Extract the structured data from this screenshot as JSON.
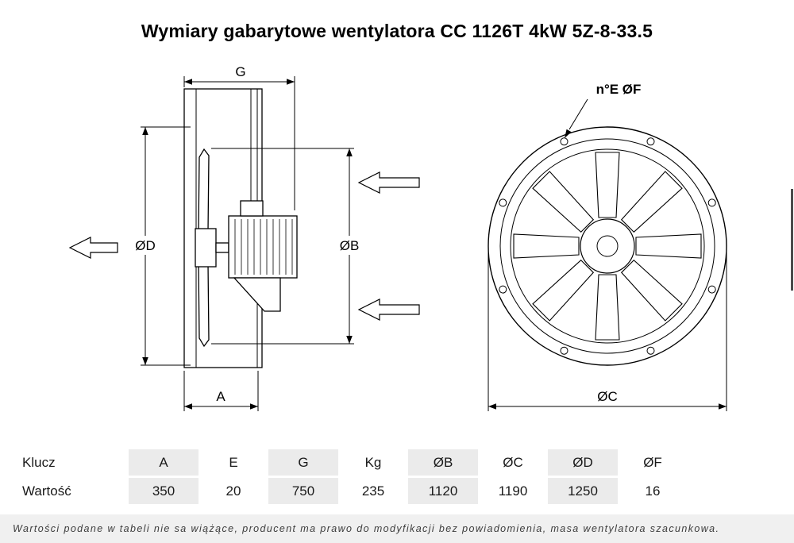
{
  "title": "Wymiary gabarytowe wentylatora CC 1126T 4kW 5Z-8-33.5",
  "diagram": {
    "side_view": {
      "dim_length_label": "G",
      "dim_left_diameter_label": "ØD",
      "dim_duct_diameter_label": "ØB",
      "dim_flange_depth_label": "A"
    },
    "front_view": {
      "holes_label": "n°E ØF",
      "dim_outer_diameter_label": "ØC"
    }
  },
  "table": {
    "key_row_label": "Klucz",
    "value_row_label": "Wartość",
    "columns": [
      {
        "key": "A",
        "value": "350"
      },
      {
        "key": "E",
        "value": "20"
      },
      {
        "key": "G",
        "value": "750"
      },
      {
        "key": "Kg",
        "value": "235"
      },
      {
        "key": "ØB",
        "value": "1120"
      },
      {
        "key": "ØC",
        "value": "1190"
      },
      {
        "key": "ØD",
        "value": "1250"
      },
      {
        "key": "ØF",
        "value": "16"
      }
    ]
  },
  "footnote": "Wartości podane w tabeli nie sa wiążące, producent ma prawo do modyfikacji bez powiadomienia, masa wentylatora szacunkowa."
}
